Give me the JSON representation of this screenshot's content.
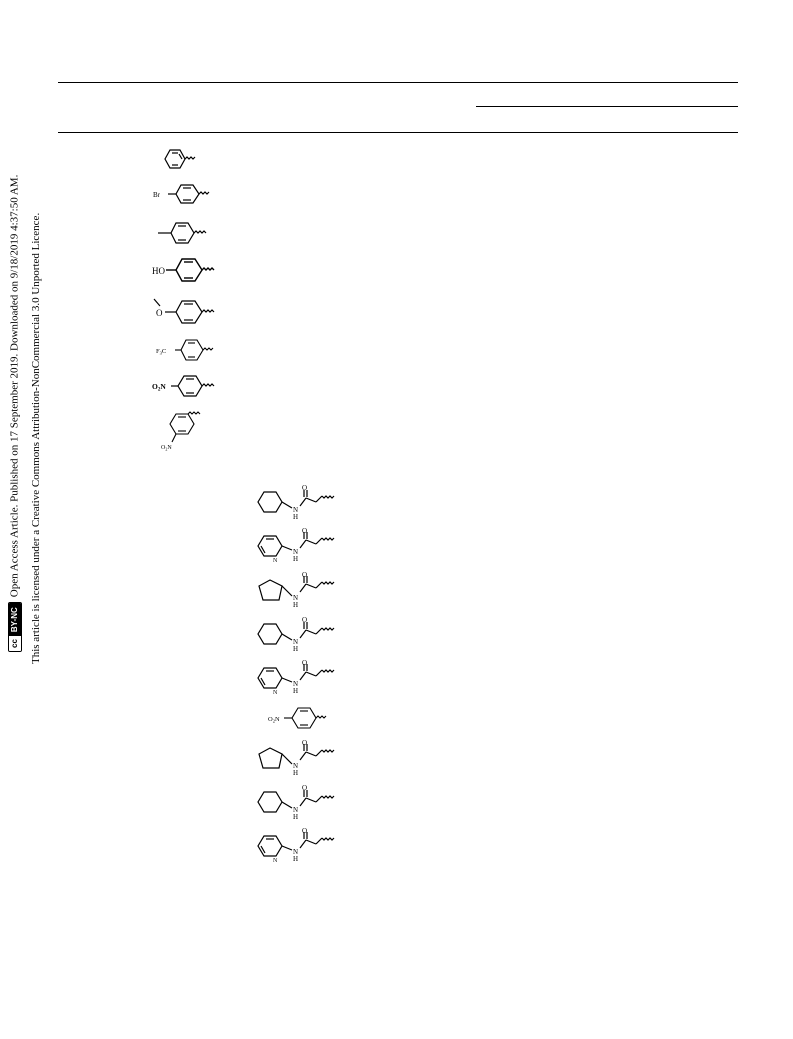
{
  "side_text": {
    "line1": "Open Access Article. Published on 17 September 2019. Downloaded on 9/18/2019 4:37:50 AM.",
    "line2": "This article is licensed under a Creative Commons Attribution-NonCommercial 3.0 Unported Licence.",
    "badge_cc": "cc",
    "badge_license": "BY-NC"
  },
  "structures_col1": [
    {
      "name": "phenyl",
      "labels": []
    },
    {
      "name": "4-bromophenyl",
      "labels": [
        "Br"
      ]
    },
    {
      "name": "4-methylphenyl",
      "labels": []
    },
    {
      "name": "4-hydroxyphenyl",
      "labels": [
        "HO"
      ]
    },
    {
      "name": "4-methoxyphenyl",
      "labels": [
        "O"
      ]
    },
    {
      "name": "4-trifluoromethylphenyl",
      "labels": [
        "F",
        "3",
        "C"
      ]
    },
    {
      "name": "4-nitrophenyl",
      "labels": [
        "O",
        "2",
        "N"
      ]
    },
    {
      "name": "3-nitrophenyl",
      "labels": [
        "O",
        "2",
        "N"
      ]
    }
  ],
  "structures_col2": [
    {
      "name": "cyclohexyl-amide",
      "labels": [
        "O",
        "N",
        "H"
      ]
    },
    {
      "name": "pyridyl-amide",
      "labels": [
        "O",
        "N",
        "H",
        "N"
      ]
    },
    {
      "name": "cyclopentyl-amide",
      "labels": [
        "O",
        "N",
        "H"
      ]
    },
    {
      "name": "cyclohexyl-amide",
      "labels": [
        "O",
        "N",
        "H"
      ]
    },
    {
      "name": "pyridyl-amide",
      "labels": [
        "O",
        "N",
        "H",
        "N"
      ]
    },
    {
      "name": "4-nitrophenyl",
      "labels": [
        "O",
        "2",
        "N"
      ]
    },
    {
      "name": "cyclopentyl-amide",
      "labels": [
        "O",
        "N",
        "H"
      ]
    },
    {
      "name": "cyclohexyl-amide",
      "labels": [
        "O",
        "N",
        "H"
      ]
    },
    {
      "name": "pyridyl-amide",
      "labels": [
        "O",
        "N",
        "H",
        "N"
      ]
    }
  ]
}
